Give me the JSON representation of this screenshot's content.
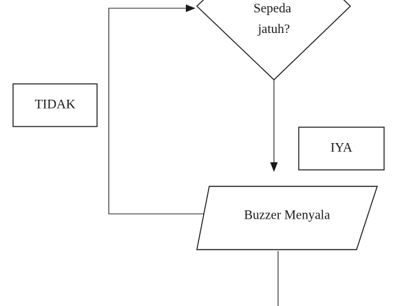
{
  "nodes": {
    "decision": {
      "lines": [
        "Sepeda",
        "jatuh?"
      ]
    },
    "label_no": {
      "text": "TIDAK"
    },
    "label_yes": {
      "text": "IYA"
    },
    "process": {
      "text": "Buzzer Menyala"
    }
  },
  "colors": {
    "stroke": "#1a1a1a",
    "background": "#ffffff"
  }
}
